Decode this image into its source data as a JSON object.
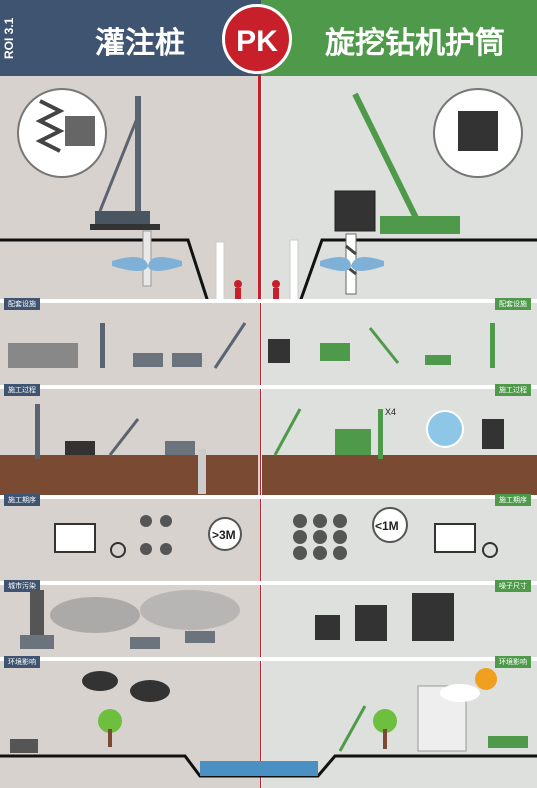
{
  "header": {
    "roi": "ROI 3.1",
    "left_title": "灌注桩",
    "pk": "PK",
    "right_title": "旋挖钻机护筒",
    "left_color": "#3e5470",
    "right_color": "#4f9a4a",
    "pk_color": "#c8202b"
  },
  "sections": {
    "s1_left": "配套设施",
    "s1_right": "配套设施",
    "s2_left": "施工过程",
    "s2_right": "施工过程",
    "s3_left": "施工期序",
    "s3_right": "施工期序",
    "s4_left": "城市污染",
    "s4_right": "噪子尺寸",
    "s5_left": "环境影响",
    "s5_right": "环境影响"
  },
  "annotations": {
    "x4": "X4",
    "gt3m": ">3M",
    "lt1m": "<1M"
  }
}
